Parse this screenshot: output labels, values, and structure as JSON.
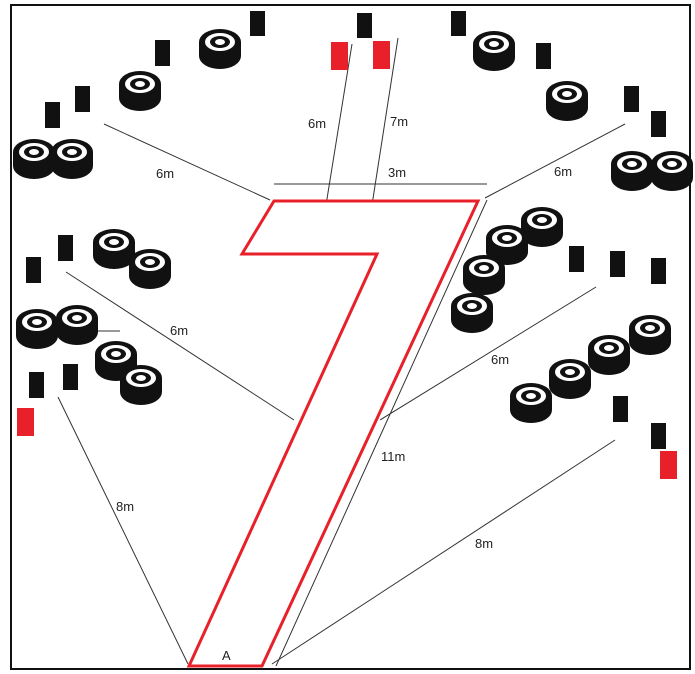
{
  "diagram": {
    "distance_labels": [
      "6m",
      "7m",
      "3m",
      "6m",
      "6m",
      "6m",
      "6m",
      "11m",
      "8m",
      "8m"
    ],
    "point_label": "A",
    "colors": {
      "route": "#e8202a",
      "marker_red": "#e8202a",
      "marker_black": "#111111",
      "tire": "#111111",
      "tire_ring": "#ffffff",
      "measure_line": "#333333",
      "border": "#111111"
    },
    "icons": [
      "tire-stack-icon",
      "black-marker-icon",
      "red-marker-icon"
    ]
  }
}
